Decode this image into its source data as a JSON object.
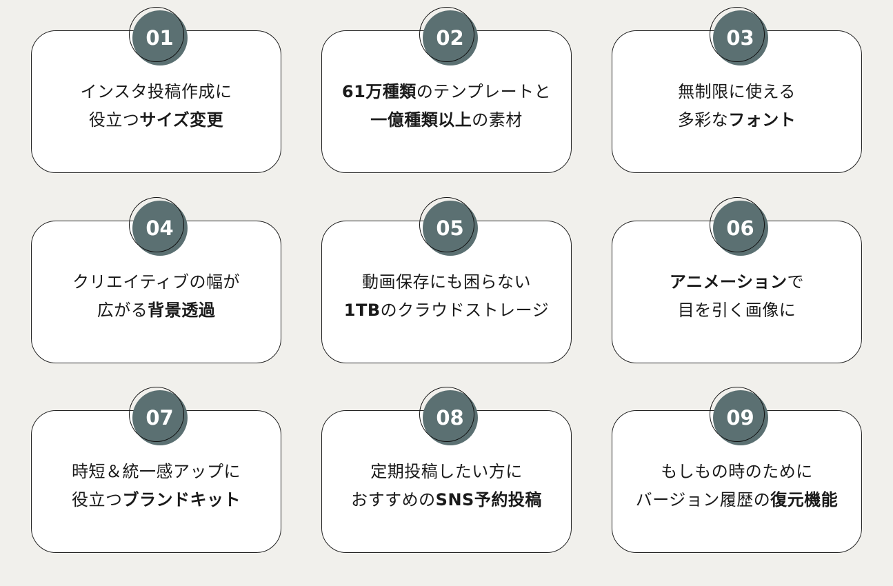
{
  "features": [
    {
      "number": "01",
      "lines": [
        [
          {
            "t": "インスタ投稿作成に",
            "b": false
          }
        ],
        [
          {
            "t": "役立つ",
            "b": false
          },
          {
            "t": "サイズ変更",
            "b": true
          }
        ]
      ]
    },
    {
      "number": "02",
      "lines": [
        [
          {
            "t": "61万種類",
            "b": true
          },
          {
            "t": "のテンプレートと",
            "b": false
          }
        ],
        [
          {
            "t": "一億種類以上",
            "b": true
          },
          {
            "t": "の素材",
            "b": false
          }
        ]
      ]
    },
    {
      "number": "03",
      "lines": [
        [
          {
            "t": "無制限に使える",
            "b": false
          }
        ],
        [
          {
            "t": "多彩な",
            "b": false
          },
          {
            "t": "フォント",
            "b": true
          }
        ]
      ]
    },
    {
      "number": "04",
      "lines": [
        [
          {
            "t": "クリエイティブの幅が",
            "b": false
          }
        ],
        [
          {
            "t": "広がる",
            "b": false
          },
          {
            "t": "背景透過",
            "b": true
          }
        ]
      ]
    },
    {
      "number": "05",
      "lines": [
        [
          {
            "t": "動画保存にも困らない",
            "b": false
          }
        ],
        [
          {
            "t": "1TB",
            "b": true
          },
          {
            "t": "のクラウドストレージ",
            "b": false
          }
        ]
      ]
    },
    {
      "number": "06",
      "lines": [
        [
          {
            "t": "アニメーション",
            "b": true
          },
          {
            "t": "で",
            "b": false
          }
        ],
        [
          {
            "t": "目を引く画像に",
            "b": false
          }
        ]
      ]
    },
    {
      "number": "07",
      "lines": [
        [
          {
            "t": "時短＆統一感アップに",
            "b": false
          }
        ],
        [
          {
            "t": "役立つ",
            "b": false
          },
          {
            "t": "ブランドキット",
            "b": true
          }
        ]
      ]
    },
    {
      "number": "08",
      "lines": [
        [
          {
            "t": "定期投稿したい方に",
            "b": false
          }
        ],
        [
          {
            "t": "おすすめの",
            "b": false
          },
          {
            "t": "SNS予約投稿",
            "b": true
          }
        ]
      ]
    },
    {
      "number": "09",
      "lines": [
        [
          {
            "t": "もしもの時のために",
            "b": false
          }
        ],
        [
          {
            "t": "バージョン履歴の",
            "b": false
          },
          {
            "t": "復元機能",
            "b": true
          }
        ]
      ]
    }
  ],
  "colors": {
    "badge": "#5b7072",
    "background": "#f1f0ec"
  }
}
